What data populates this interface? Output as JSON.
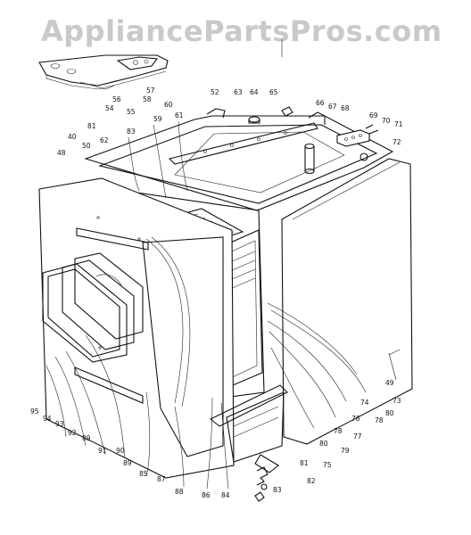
{
  "watermark": "AppliancePartsPros.com",
  "callouts": [
    {
      "id": "56",
      "label": "56"
    },
    {
      "id": "57",
      "label": "57"
    },
    {
      "id": "58",
      "label": "58"
    },
    {
      "id": "54",
      "label": "54"
    },
    {
      "id": "55",
      "label": "55"
    },
    {
      "id": "52",
      "label": "52"
    },
    {
      "id": "63",
      "label": "63"
    },
    {
      "id": "64",
      "label": "64"
    },
    {
      "id": "65",
      "label": "65"
    },
    {
      "id": "66",
      "label": "66"
    },
    {
      "id": "67",
      "label": "67"
    },
    {
      "id": "68",
      "label": "68"
    },
    {
      "id": "69",
      "label": "69"
    },
    {
      "id": "70",
      "label": "70"
    },
    {
      "id": "71",
      "label": "71"
    },
    {
      "id": "72",
      "label": "72"
    },
    {
      "id": "60",
      "label": "60"
    },
    {
      "id": "59",
      "label": "59"
    },
    {
      "id": "61",
      "label": "61"
    },
    {
      "id": "81",
      "label": "81"
    },
    {
      "id": "83",
      "label": "83"
    },
    {
      "id": "40",
      "label": "40"
    },
    {
      "id": "50",
      "label": "50"
    },
    {
      "id": "62",
      "label": "62"
    },
    {
      "id": "48",
      "label": "48"
    },
    {
      "id": "49",
      "label": "49"
    },
    {
      "id": "73",
      "label": "73"
    },
    {
      "id": "74",
      "label": "74"
    },
    {
      "id": "80",
      "label": "80"
    },
    {
      "id": "76",
      "label": "76"
    },
    {
      "id": "78",
      "label": "78"
    },
    {
      "id": "77",
      "label": "77"
    },
    {
      "id": "79",
      "label": "79"
    },
    {
      "id": "75",
      "label": "75"
    },
    {
      "id": "82",
      "label": "82"
    },
    {
      "id": "84",
      "label": "84"
    },
    {
      "id": "86",
      "label": "86"
    },
    {
      "id": "88",
      "label": "88"
    },
    {
      "id": "87",
      "label": "87"
    },
    {
      "id": "85",
      "label": "85"
    },
    {
      "id": "89",
      "label": "89"
    },
    {
      "id": "90",
      "label": "90"
    },
    {
      "id": "91",
      "label": "91"
    },
    {
      "id": "92",
      "label": "92"
    },
    {
      "id": "93",
      "label": "93"
    },
    {
      "id": "94",
      "label": "94"
    },
    {
      "id": "95",
      "label": "95"
    }
  ]
}
